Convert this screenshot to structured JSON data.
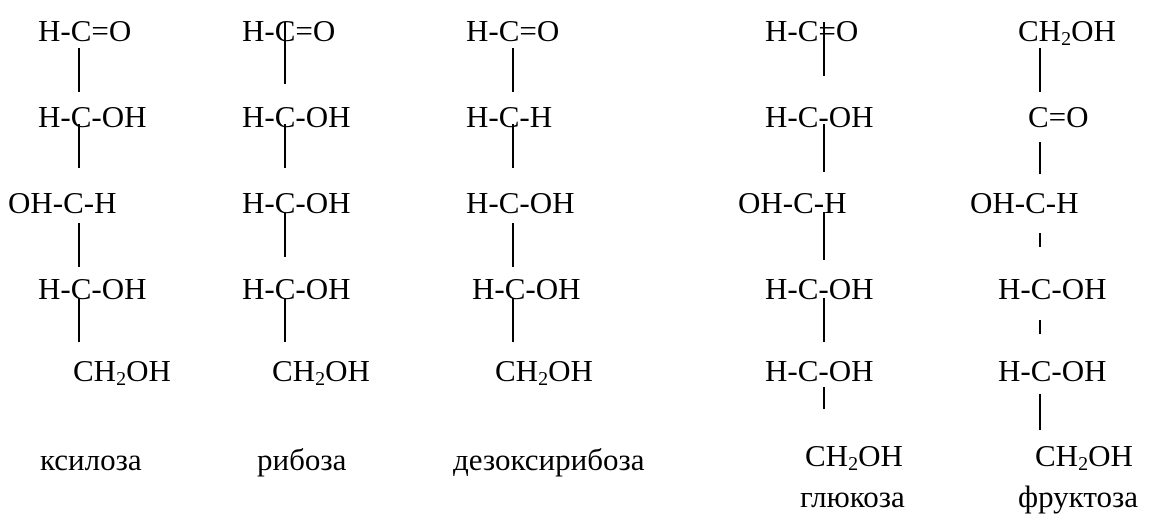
{
  "diagram": {
    "xylose": {
      "rows": [
        "H-C=O",
        "H-C-OH",
        "OH-C-H",
        "H-C-OH"
      ],
      "tail_main": "CH",
      "tail_sub": "2",
      "tail_end": "OH",
      "name": "ксилоза"
    },
    "ribose": {
      "rows": [
        "H-C=O",
        "H-C-OH",
        "H-C-OH",
        "H-C-OH"
      ],
      "tail_main": "CH",
      "tail_sub": "2",
      "tail_end": "OH",
      "name": "рибоза"
    },
    "deoxyribose": {
      "rows": [
        "H-C=O",
        "H-C-H",
        "H-C-OH",
        "H-C-OH"
      ],
      "tail_main": "CH",
      "tail_sub": "2",
      "tail_end": "OH",
      "name": "дезоксирибоза"
    },
    "glucose": {
      "rows": [
        "H-C=O",
        "H-C-OH",
        "OH-C-H",
        "H-C-OH",
        "H-C-OH"
      ],
      "tail_main": "CH",
      "tail_sub": "2",
      "tail_end": "OH",
      "name": "глюкоза"
    },
    "fructose": {
      "head_main": "CH",
      "head_sub": "2",
      "head_end": "OH",
      "rows": [
        "C=O",
        "OH-C-H",
        "H-C-OH",
        "H-C-OH"
      ],
      "tail_main": "CH",
      "tail_sub": "2",
      "tail_end": "OH",
      "name": "фруктоза"
    }
  }
}
